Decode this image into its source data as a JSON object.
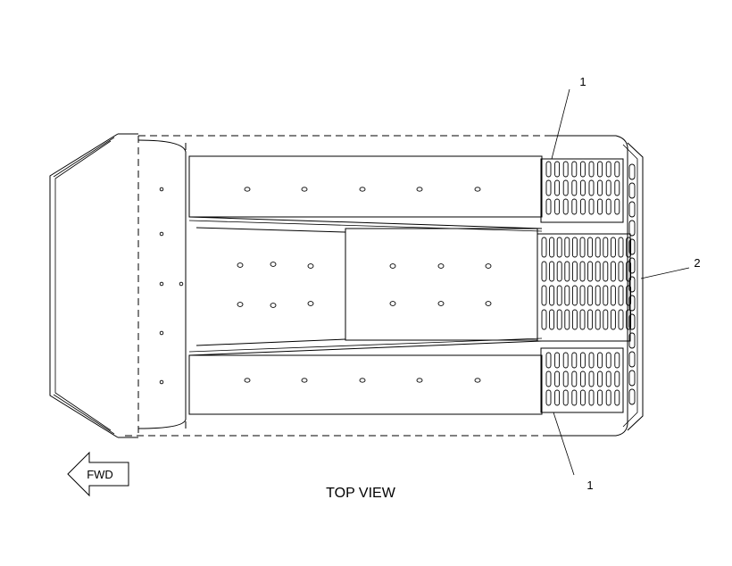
{
  "callouts": {
    "top": "1",
    "right": "2",
    "bottom": "1"
  },
  "fwd_arrow": {
    "label": "FWD"
  },
  "caption": "TOP VIEW"
}
